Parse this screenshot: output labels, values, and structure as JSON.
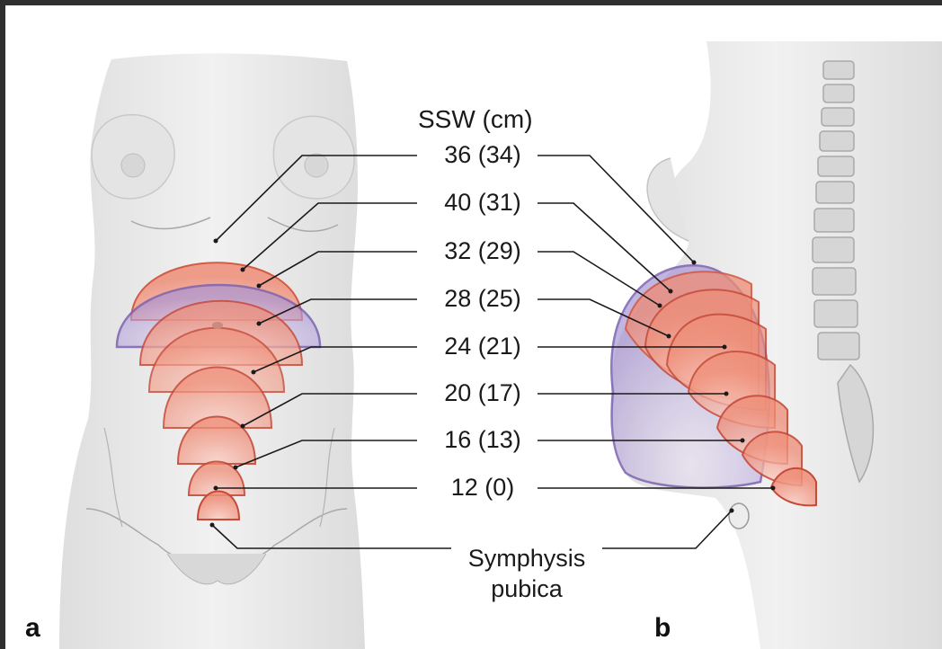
{
  "header": "SSW (cm)",
  "rows": [
    {
      "label": "36 (34)"
    },
    {
      "label": "40 (31)"
    },
    {
      "label": "32 (29)"
    },
    {
      "label": "28 (25)"
    },
    {
      "label": "24 (21)"
    },
    {
      "label": "20 (17)"
    },
    {
      "label": "16 (13)"
    },
    {
      "label": "12 (0)"
    }
  ],
  "symphysis": {
    "line1": "Symphysis",
    "line2": "pubica"
  },
  "panels": {
    "a": "a",
    "b": "b"
  },
  "colors": {
    "background": "#ffffff",
    "border": "#2f2f2f",
    "body": "#e9e9ea",
    "fundus_fill": "#f2a08c",
    "fundus_stroke": "#c54a39",
    "term_fill": "#b9a9d9",
    "term_stroke": "#7b62b1",
    "leader": "#1a1a1a"
  }
}
